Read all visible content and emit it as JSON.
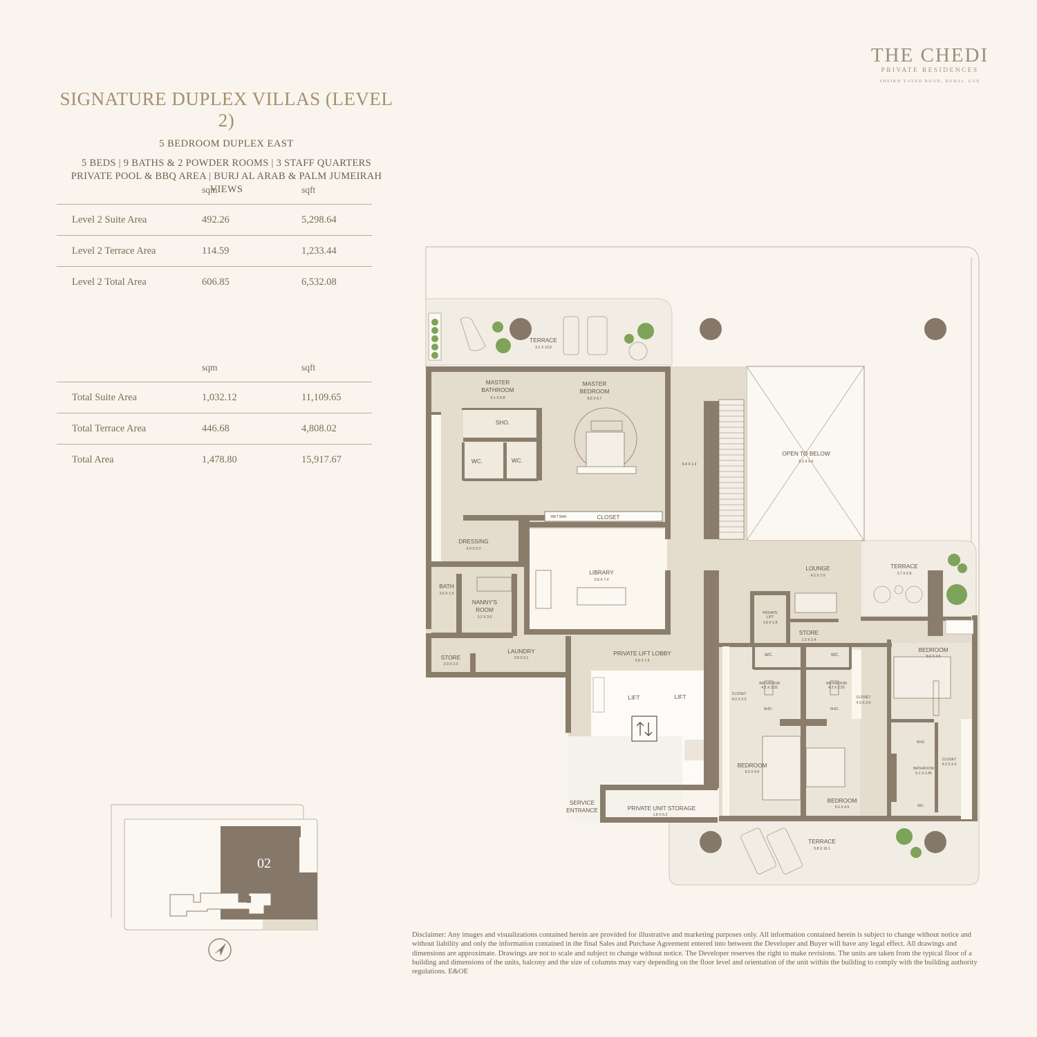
{
  "brand": {
    "name": "THE CHEDI",
    "subtitle": "PRIVATE RESIDENCES",
    "address": "SHEIKH ZAYED ROAD, DUBAI, UAE"
  },
  "heading": {
    "title": "SIGNATURE DUPLEX VILLAS (LEVEL 2)",
    "subtitle": "5 BEDROOM DUPLEX EAST",
    "line1": "5 BEDS | 9 BATHS & 2 POWDER ROOMS | 3 STAFF QUARTERS",
    "line2": "PRIVATE POOL & BBQ AREA | BURJ AL ARAB & PALM JUMEIRAH VIEWS"
  },
  "level_table": {
    "headers": [
      "",
      "sqm",
      "sqft"
    ],
    "rows": [
      {
        "label": "Level 2 Suite Area",
        "sqm": "492.26",
        "sqft": "5,298.64"
      },
      {
        "label": "Level 2 Terrace Area",
        "sqm": "114.59",
        "sqft": "1,233.44"
      },
      {
        "label": "Level 2 Total Area",
        "sqm": "606.85",
        "sqft": "6,532.08"
      }
    ]
  },
  "total_table": {
    "headers": [
      "",
      "sqm",
      "sqft"
    ],
    "rows": [
      {
        "label": "Total Suite Area",
        "sqm": "1,032.12",
        "sqft": "11,109.65"
      },
      {
        "label": "Total Terrace Area",
        "sqm": "446.68",
        "sqft": "4,808.02"
      },
      {
        "label": "Total Area",
        "sqm": "1,478.80",
        "sqft": "15,917.67"
      }
    ]
  },
  "key_plan": {
    "unit": "02",
    "icon": "compass-north-icon"
  },
  "rooms": {
    "terrace_top": {
      "name": "TERRACE",
      "dim": "3.2 X 13.8"
    },
    "master_bathroom": {
      "name1": "MASTER",
      "name2": "BATHROOM",
      "dim": "6.1 X 5.8"
    },
    "master_bedroom": {
      "name1": "MASTER",
      "name2": "BEDROOM",
      "dim": "8.5 X 6.7"
    },
    "sho_master": "SHO.",
    "wc_master_1": "WC.",
    "wc_master_2": "WC.",
    "corridor": {
      "dim": "9.4 X 1.9"
    },
    "open_to_below": {
      "name": "OPEN TO BELOW",
      "dim": "6.3 X 9.4"
    },
    "wet_bar": "WET BAR",
    "closet_master": "CLOSET",
    "dressing": {
      "name": "DRESSING",
      "dim": "4.9 X 5.3"
    },
    "library": {
      "name": "LIBRARY",
      "dim": "5.8 X 7.4"
    },
    "lounge": {
      "name": "LOUNGE",
      "dim": "4.2 X 7.9"
    },
    "terrace_right": {
      "name": "TERRACE",
      "dim": "3.7 X 5.8"
    },
    "bath": {
      "name": "BATH",
      "dim": "2.6 X 1.5"
    },
    "nannys_room": {
      "name1": "NANNY'S",
      "name2": "ROOM",
      "dim": "3.2 X 3.0"
    },
    "private_lift": {
      "name1": "PRIVATE",
      "name2": "LIFT",
      "dim": "1.8 X 1.8"
    },
    "store_mid": {
      "name": "STORE",
      "dim": "1.2 X 2.4"
    },
    "store_left": {
      "name": "STORE",
      "dim": "2.0 X 2.3"
    },
    "laundry": {
      "name": "LAUNDRY",
      "dim": "2.8 X 5.1"
    },
    "private_lift_lobby": {
      "name": "PRIVATE LIFT LOBBY",
      "dim": "2.8 X 7.3"
    },
    "lift_1": "LIFT",
    "lift_2": "LIFT",
    "wc_b1": "WC.",
    "wc_b2": "WC.",
    "bathroom_b1": {
      "name": "BATHROOM",
      "dim": "4.3 X 2.55"
    },
    "bathroom_b2": {
      "name": "BATHROOM",
      "dim": "4.3 X 2.55"
    },
    "closet_b1": {
      "name": "CLOSET",
      "dim": "4.3 X 2.0"
    },
    "closet_b2": {
      "name": "CLOSET",
      "dim": "4.3 X 2.0"
    },
    "sho_b1": "SHO.",
    "sho_b2": "SHO.",
    "bedroom_right": {
      "name": "BEDROOM",
      "dim": "5.6 X 4.5"
    },
    "sho_br": "SHO.",
    "closet_br": {
      "name": "CLOSET",
      "dim": "5.3 X 2.0"
    },
    "bathroom_br": {
      "name": "BATHROOM",
      "dim": "5.1 X 2.45"
    },
    "wc_br": "WC.",
    "bedroom_b1": {
      "name": "BEDROOM",
      "dim": "5.0 X 4.5"
    },
    "bedroom_b2": {
      "name": "BEDROOM",
      "dim": "5.0 X 4.5"
    },
    "service_entrance": {
      "name1": "SERVICE",
      "name2": "ENTRANCE"
    },
    "private_unit_storage": {
      "name": "PRIVATE UNIT STORAGE",
      "dim": "1.8 X 6.2"
    },
    "terrace_bottom": {
      "name": "TERRACE",
      "dim": "3.8 X 16.1"
    }
  },
  "disclaimer": "Disclaimer: Any images and visualizations contained herein are provided for illustrative and marketing purposes only. All information contained herein is subject to change without notice and without liability and only the information contained in the final Sales and Purchase Agreement entered into between the Developer and Buyer will have any legal effect. All drawings and dimensions are approximate. Drawings are not to scale and subject to change without notice. The Developer reserves the right to make revisions. The units are taken from the typical floor of a building and dimensions of the units, balcony and the size of columns may vary depending on the floor level and orientation of the unit within the building to comply with the building authority regulations. E&OE",
  "colors": {
    "background": "#f9f5ee",
    "wall": "#8a7d6c",
    "room_fill": "#e4dccd",
    "heading": "#a48f6f"
  }
}
